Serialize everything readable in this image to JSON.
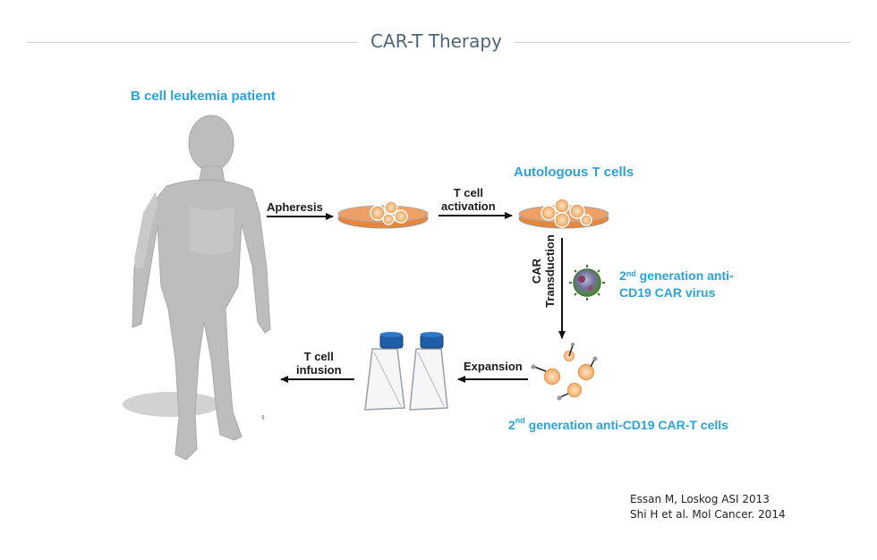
{
  "title": "CAR-T Therapy",
  "labels": {
    "patient": "B cell leukemia patient",
    "apheresis": "Apheresis",
    "t_cell_activation_line1": "T cell",
    "t_cell_activation_line2": "activation",
    "autologous_t_cells": "Autologous T cells",
    "car_transduction_line1": "CAR",
    "car_transduction_line2": "Transduction",
    "virus_sup": "nd",
    "virus_line1_num": "2",
    "virus_line1_rest": " generation anti-",
    "virus_line2": "CD19 CAR virus",
    "expansion": "Expansion",
    "t_cell_infusion_line1": "T cell",
    "t_cell_infusion_line2": "infusion",
    "cart_num": "2",
    "cart_sup": "nd",
    "cart_rest": " generation anti-CD19 CAR-T cells"
  },
  "citations": [
    "Essan M, Loskog ASI  2013",
    "Shi H et al. Mol Cancer. 2014"
  ],
  "colors": {
    "title": "#4f6478",
    "label_blue": "#29a3dc",
    "dish_orange": "#e8873a",
    "flask_cap": "#1e5ea8",
    "figure_gray": "#bdbdbd"
  }
}
